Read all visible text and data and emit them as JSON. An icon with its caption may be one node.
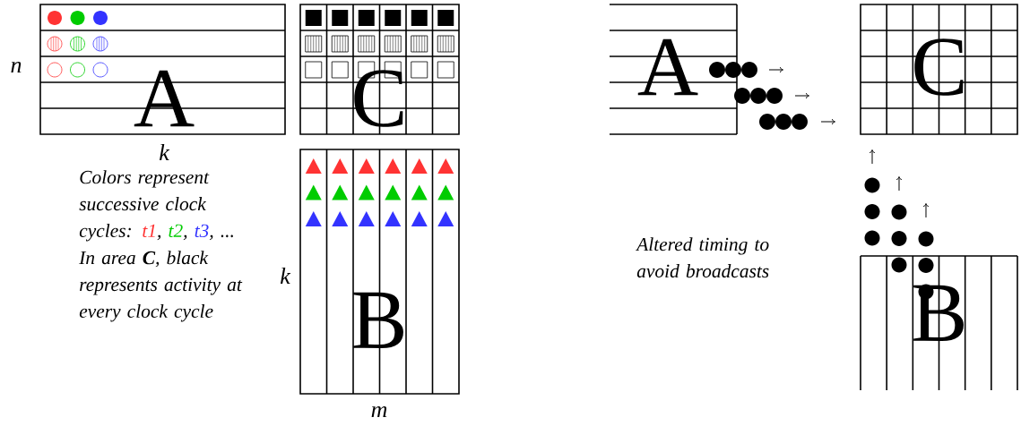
{
  "diagram": {
    "nodes": [
      {
        "text": [
          "A"
        ],
        "beside": [
          "n",
          "k"
        ]
      },
      {
        "text": [
          "C"
        ]
      },
      {
        "text": [
          "B"
        ],
        "beside": [
          "k",
          "m"
        ]
      },
      {
        "text": [
          "A"
        ]
      },
      {
        "text": [
          "C"
        ]
      },
      {
        "text": [
          "B"
        ]
      }
    ],
    "labels": [
      "Colors represent successive clock cycles:",
      ",",
      ",",
      ", ...",
      "In area **C**, black represents activity at every clock cycle",
      "Altered timing to avoid broadcasts"
    ],
    "legend": [
      {
        "text": "t1",
        "color": "#ff3333"
      },
      {
        "text": "t2",
        "color": "#00cc00"
      },
      {
        "text": "t3",
        "color": "#3333ff"
      }
    ]
  }
}
